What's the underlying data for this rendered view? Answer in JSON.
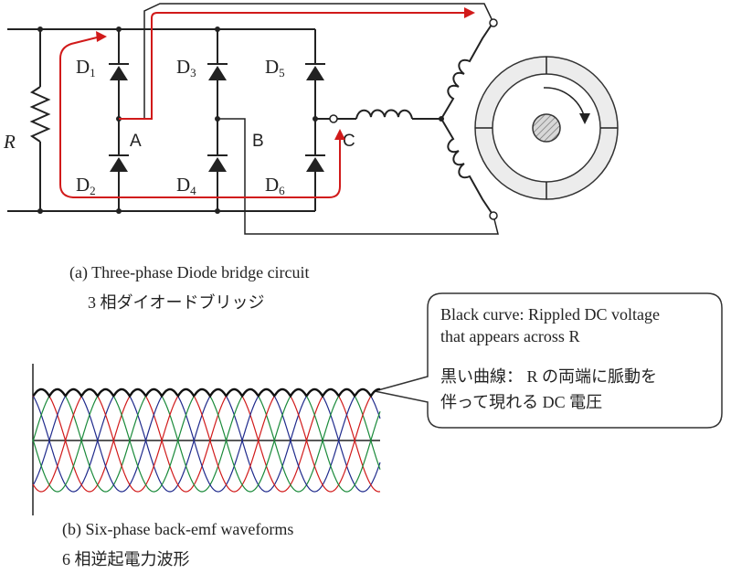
{
  "circuit": {
    "resistor_label": "R",
    "diodes": [
      {
        "name": "D",
        "sub": "1"
      },
      {
        "name": "D",
        "sub": "3"
      },
      {
        "name": "D",
        "sub": "5"
      },
      {
        "name": "D",
        "sub": "2"
      },
      {
        "name": "D",
        "sub": "4"
      },
      {
        "name": "D",
        "sub": "6"
      }
    ],
    "nodes": {
      "a": "A",
      "b": "B",
      "c": "C"
    },
    "current_path_color": "#d11a1a"
  },
  "caption_a": {
    "en": "(a)  Three-phase Diode bridge circuit",
    "jp": "3 相ダイオードブリッジ"
  },
  "callout": {
    "line1": "Black curve: Rippled DC voltage",
    "line2": "that appears across R",
    "jp1": "黒い曲線：  R の両端に脈動を",
    "jp2": "伴って現れる DC 電圧"
  },
  "waveforms": {
    "series_colors": [
      "#1f2a8c",
      "#d11a1a",
      "#1a8a3a"
    ],
    "envelope_color": "#111111",
    "phases": 6,
    "cycles_shown": 3.6
  },
  "caption_b": {
    "en": "(b) Six-phase back-emf waveforms",
    "jp": "6 相逆起電力波形"
  }
}
